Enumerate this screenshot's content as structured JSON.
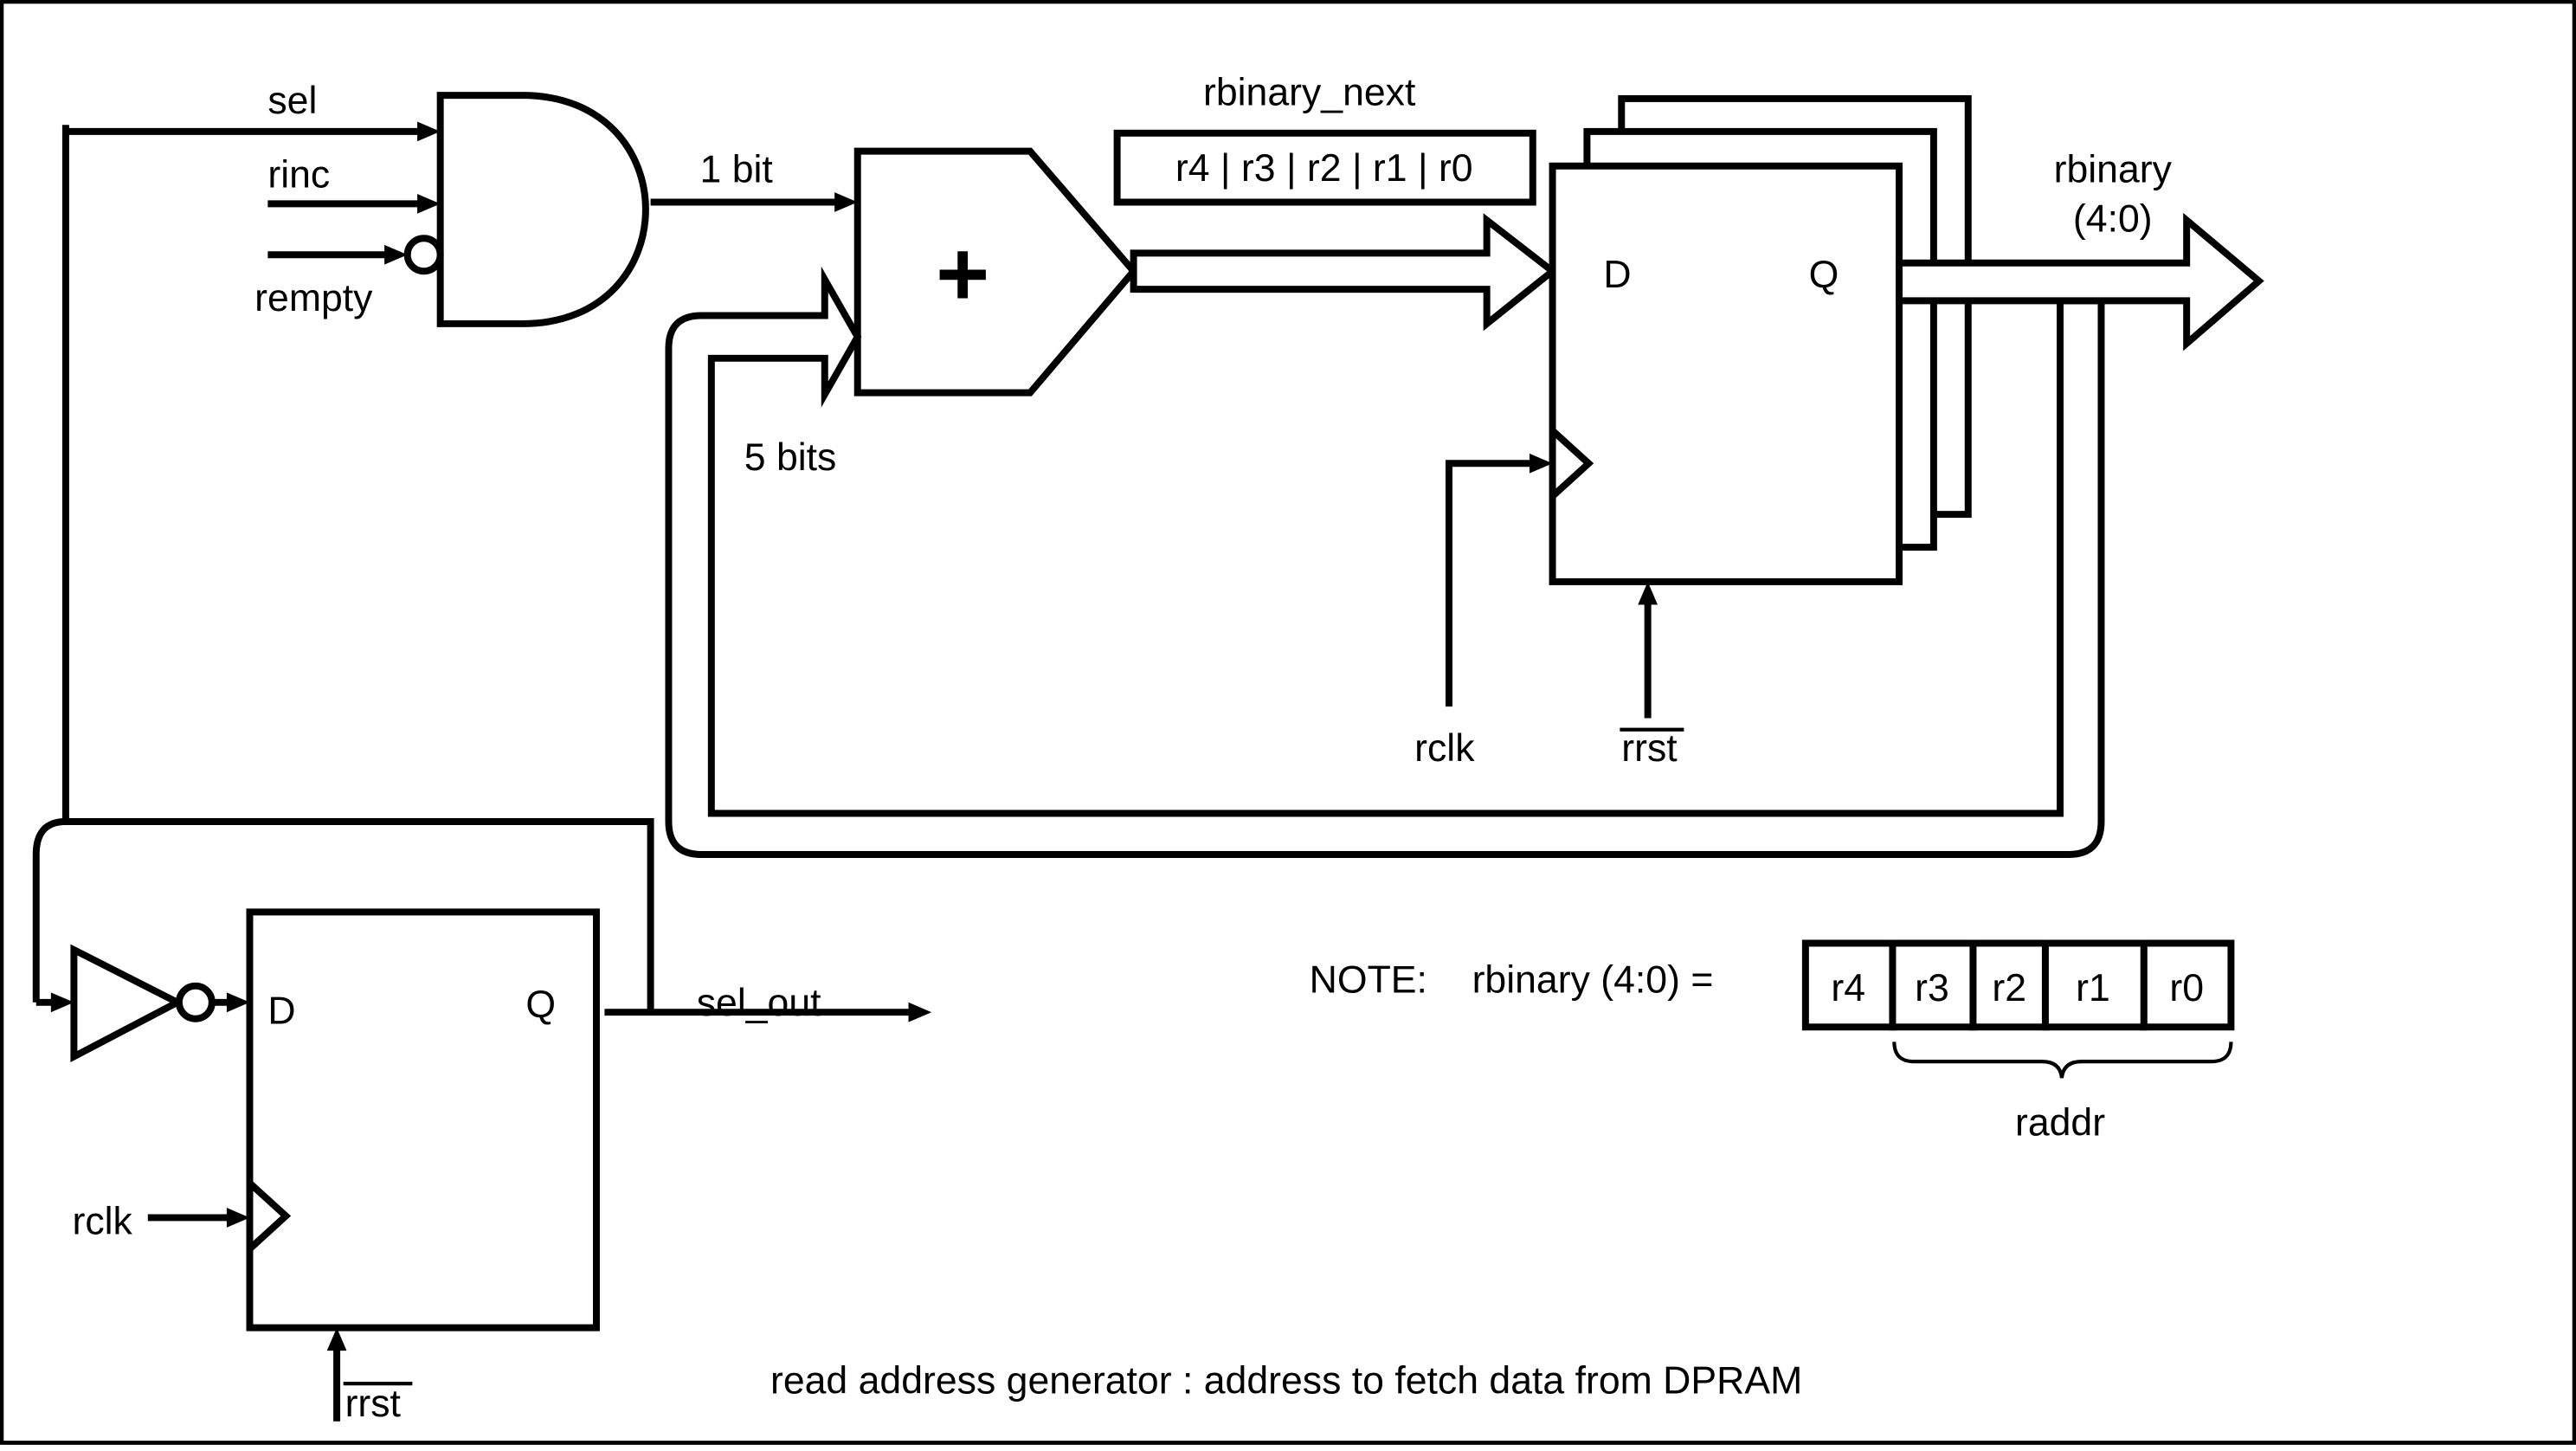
{
  "labels": {
    "sel": "sel",
    "rinc": "rinc",
    "rempty": "rempty",
    "one_bit": "1 bit",
    "five_bits": "5 bits",
    "plus": "+",
    "rbinary_next": "rbinary_next",
    "rbinary_next_bits": "r4 | r3 | r2 | r1 | r0",
    "ff_d": "D",
    "ff_q": "Q",
    "rbinary": "rbinary",
    "rbinary_range": "(4:0)",
    "rclk": "rclk",
    "rrst": "rrst",
    "sel_ff_d": "D",
    "sel_ff_q": "Q",
    "sel_out": "sel_out",
    "rclk_bottom": "rclk",
    "rrst_bottom": "rrst",
    "note": "NOTE:",
    "note_eq": "rbinary (4:0) =",
    "raddr": "raddr",
    "caption": "read address generator : address to fetch data from DPRAM"
  },
  "bit_cells": [
    "r4",
    "r3",
    "r2",
    "r1",
    "r0"
  ]
}
